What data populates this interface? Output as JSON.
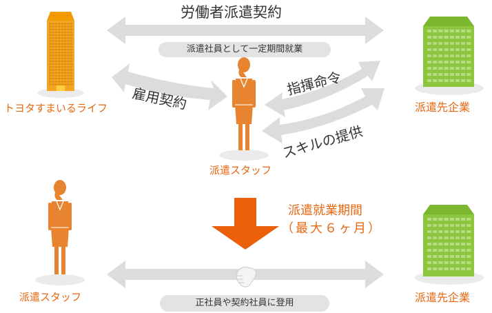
{
  "diagram": {
    "top_contract": {
      "title": "労働者派遣契約",
      "pill": "派遣社員として一定期間就業"
    },
    "employment_contract": "雇用契約",
    "command": "指揮命令",
    "skill": "スキルの提供",
    "entities": {
      "dispatch_company": "トヨタすまいるライフ",
      "client_company_top": "派遣先企業",
      "staff_center": "派遣スタッフ",
      "staff_bottom": "派遣スタッフ",
      "client_company_bottom": "派遣先企業"
    },
    "period": {
      "line1": "派遣就業期間",
      "line2": "（最大６ヶ月）"
    },
    "bottom_pill": "正社員や契約社員に登用",
    "colors": {
      "orange_text": "#e8670f",
      "orange_arrow": "#ea5f0a",
      "orange_building": "#f5a623",
      "green_building": "#8cc63f",
      "person": "#e8842f",
      "gray_arrow": "#dcdcdc",
      "shadow": "#ebebeb"
    }
  }
}
